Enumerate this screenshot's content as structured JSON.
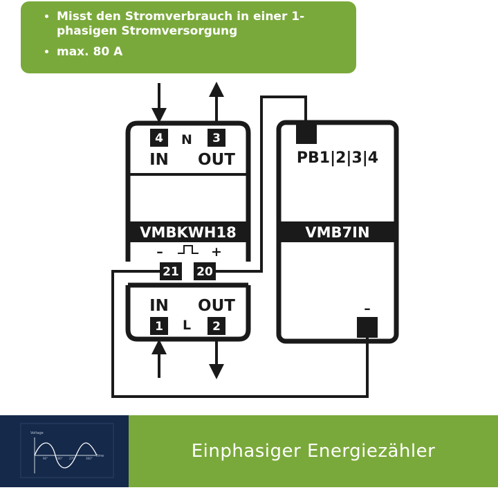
{
  "bullets": [
    "Misst den Stromverbrauch in einer 1-phasigen Stromversorgung",
    "max. 80 A"
  ],
  "meter": {
    "model": "VMBKWH18",
    "terminal_4": "4",
    "terminal_3": "3",
    "label_N": "N",
    "in_top": "IN",
    "out_top": "OUT",
    "pulse_minus": "–",
    "pulse_plus": "+",
    "terminal_21": "21",
    "terminal_20": "20",
    "in_bottom": "IN",
    "out_bottom": "OUT",
    "terminal_1": "1",
    "label_L": "L",
    "terminal_2": "2"
  },
  "input_module": {
    "model": "VMB7IN",
    "inputs_label": "PB1|2|3|4",
    "minus_label": "–"
  },
  "thumbnail": {
    "ylabel": "Voltage",
    "xlabel": "Time",
    "ticks": [
      "90°",
      "180°",
      "270°",
      "360°"
    ]
  },
  "footer": {
    "title": "Einphasiger Energiezähler"
  },
  "colors": {
    "green": "#7aa93b",
    "navy": "#15294a",
    "line": "#1a1a1a"
  }
}
